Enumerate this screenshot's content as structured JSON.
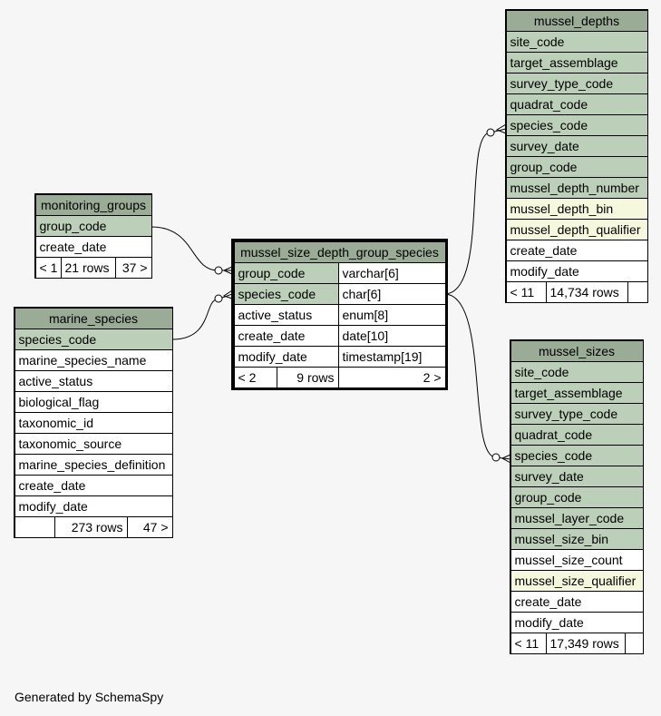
{
  "footer_text": "Generated by SchemaSpy",
  "monitoring_groups": {
    "name": "monitoring_groups",
    "columns": [
      "group_code",
      "create_date"
    ],
    "footer": [
      "< 1",
      "21 rows",
      "37 >"
    ]
  },
  "marine_species": {
    "name": "marine_species",
    "columns": [
      "species_code",
      "marine_species_name",
      "active_status",
      "biological_flag",
      "taxonomic_id",
      "taxonomic_source",
      "marine_species_definition",
      "create_date",
      "modify_date"
    ],
    "footer": [
      "",
      "273 rows",
      "47 >"
    ]
  },
  "mussel_size_depth_group_species": {
    "name": "mussel_size_depth_group_species",
    "columns": [
      {
        "name": "group_code",
        "type": "varchar[6]"
      },
      {
        "name": "species_code",
        "type": "char[6]"
      },
      {
        "name": "active_status",
        "type": "enum[8]"
      },
      {
        "name": "create_date",
        "type": "date[10]"
      },
      {
        "name": "modify_date",
        "type": "timestamp[19]"
      }
    ],
    "footer": [
      "< 2",
      "9 rows",
      "2 >"
    ]
  },
  "mussel_depths": {
    "name": "mussel_depths",
    "columns": [
      "site_code",
      "target_assemblage",
      "survey_type_code",
      "quadrat_code",
      "species_code",
      "survey_date",
      "group_code",
      "mussel_depth_number",
      "mussel_depth_bin",
      "mussel_depth_qualifier",
      "create_date",
      "modify_date"
    ],
    "footer": [
      "< 11",
      "14,734 rows",
      ""
    ]
  },
  "mussel_sizes": {
    "name": "mussel_sizes",
    "columns": [
      "site_code",
      "target_assemblage",
      "survey_type_code",
      "quadrat_code",
      "species_code",
      "survey_date",
      "group_code",
      "mussel_layer_code",
      "mussel_size_bin",
      "mussel_size_count",
      "mussel_size_qualifier",
      "create_date",
      "modify_date"
    ],
    "footer": [
      "< 11",
      "17,349 rows",
      ""
    ]
  },
  "colors": {
    "header": "#9aab96",
    "key": "#bccfb8",
    "indexed": "#f6f8dd",
    "background": "#f6f6f6"
  }
}
